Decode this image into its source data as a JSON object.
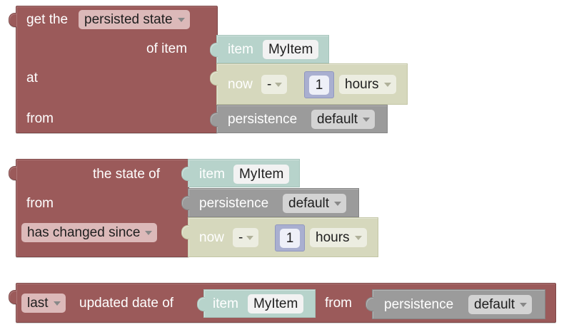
{
  "block1": {
    "title": "get the",
    "function": "persisted state",
    "of_item_label": "of item",
    "at_label": "at",
    "from_label": "from",
    "item": {
      "label": "item",
      "value": "MyItem"
    },
    "time": {
      "now": "now",
      "operator": "-",
      "amount": "1",
      "unit": "hours"
    },
    "persistence": {
      "label": "persistence",
      "value": "default"
    }
  },
  "block2": {
    "title": "the state of",
    "from_label": "from",
    "condition": "has changed since",
    "item": {
      "label": "item",
      "value": "MyItem"
    },
    "persistence": {
      "label": "persistence",
      "value": "default"
    },
    "time": {
      "now": "now",
      "operator": "-",
      "amount": "1",
      "unit": "hours"
    }
  },
  "block3": {
    "which": "last",
    "text": "updated date of",
    "from_label": "from",
    "item": {
      "label": "item",
      "value": "MyItem"
    },
    "persistence": {
      "label": "persistence",
      "value": "default"
    }
  },
  "colors": {
    "logic_block": "#9b5a5a",
    "item_block": "#b7d3cb",
    "time_block": "#d6d8bd",
    "persistence_block": "#9b9b9b",
    "number_block": "#a9afd0"
  }
}
